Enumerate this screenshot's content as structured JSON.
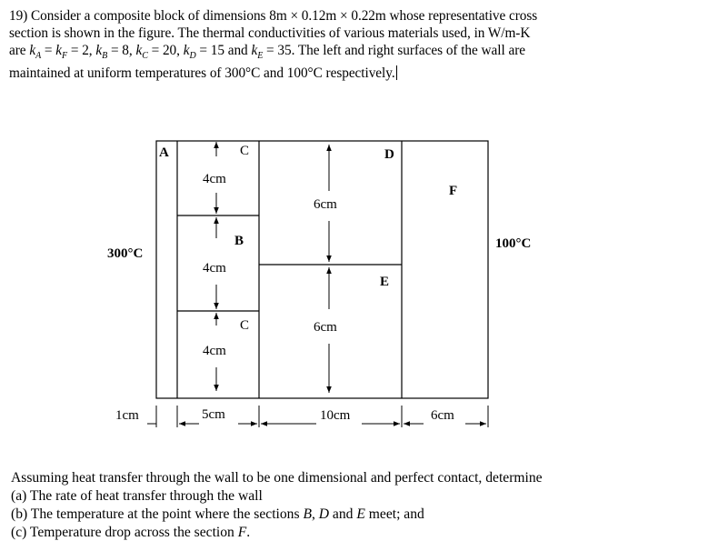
{
  "problem": {
    "line1": "19) Consider a composite block of dimensions 8m × 0.12m × 0.22m whose representative cross",
    "line2": "section is shown in the figure. The thermal conductivities of various materials used, in W/m-K",
    "line3": "are kₐ = kᶠ = 2, kʙ = 8, kᴄ = 20, kᴅ = 15 and kᴇ = 35. The left and right surfaces of the wall are",
    "line3_parts": {
      "are": "are ",
      "kA": "k",
      "subA": "A",
      "eq1": " = ",
      "kF": "k",
      "subF": "F",
      "v1": " = 2, ",
      "kB": "k",
      "subB": "B",
      "v2": " = 8, ",
      "kC": "k",
      "subC": "C",
      "v3": " = 20, ",
      "kD": "k",
      "subD": "D",
      "v4": " = 15 and ",
      "kE": "k",
      "subE": "E",
      "v5": " = 35. The left and right surfaces of the wall are"
    },
    "line4": "maintained at uniform temperatures of 300°C and 100°C respectively."
  },
  "diagram": {
    "labels": {
      "A": "A",
      "B": "B",
      "C_top": "C",
      "C_bottom": "C",
      "D": "D",
      "E": "E",
      "F": "F"
    },
    "dims": {
      "c_top": "4cm",
      "b": "4cm",
      "c_bottom": "4cm",
      "d": "6cm",
      "e": "6cm",
      "w_a": "1cm",
      "w_bc": "5cm",
      "w_de": "10cm",
      "w_f": "6cm"
    },
    "temps": {
      "left": "300°C",
      "right": "100°C"
    }
  },
  "questions": {
    "intro": "Assuming heat transfer through the wall to be one dimensional and perfect contact, determine",
    "a": "(a) The rate of heat transfer through the wall",
    "b_pre": "(b) The temperature at the point where the sections ",
    "b_B": "B",
    "b_mid1": ", ",
    "b_D": "D",
    "b_mid2": " and ",
    "b_E": "E",
    "b_post": " meet; and",
    "c_pre": "(c) Temperature drop across the section ",
    "c_F": "F",
    "c_post": "."
  }
}
